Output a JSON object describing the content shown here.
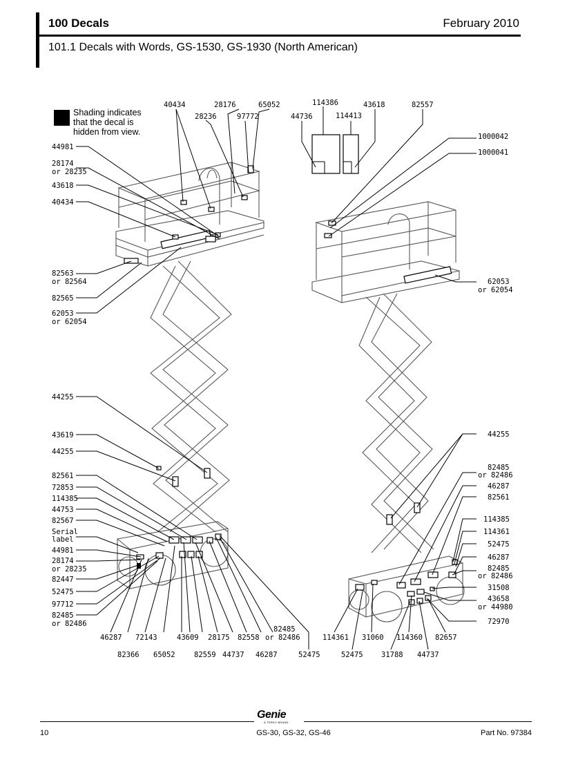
{
  "header": {
    "title": "100 Decals",
    "date": "February 2010",
    "subtitle": "101.1 Decals with Words, GS-1530, GS-1930 (North American)"
  },
  "legend": {
    "text": "Shading indicates that the decal is hidden from view."
  },
  "labels": {
    "l_44981_a": "44981",
    "l_28174_a": "28174",
    "l_or28235_a": "or 28235",
    "l_43618_a": "43618",
    "l_40434_a": "40434",
    "l_82563": "82563",
    "l_or82564": "or 82564",
    "l_82565": "82565",
    "l_62053_a": "62053",
    "l_or62054_a": "or 62054",
    "l_44255_a": "44255",
    "l_43619": "43619",
    "l_44255_b": "44255",
    "l_82561_a": "82561",
    "l_72853": "72853",
    "l_114385_a": "114385",
    "l_44753": "44753",
    "l_82567": "82567",
    "l_serial": "Serial",
    "l_label": "label",
    "l_44981_b": "44981",
    "l_28174_b": "28174",
    "l_or28235_b": "or 28235",
    "l_82447": "82447",
    "l_52475_a": "52475",
    "l_97712": "97712",
    "l_82485_a": "82485",
    "l_or82486_a": "or 82486",
    "t_40434": "40434",
    "t_28176": "28176",
    "t_28236": "28236",
    "t_65052": "65052",
    "t_97772": "97772",
    "t_114386": "114386",
    "t_43618": "43618",
    "t_44736": "44736",
    "t_114413": "114413",
    "t_82557": "82557",
    "r_1000042": "1000042",
    "r_1000041": "1000041",
    "r_62053": "62053",
    "r_or62054": "or 62054",
    "r_44255": "44255",
    "r_82485_a": "82485",
    "r_or82486_a": "or 82486",
    "r_46287_a": "46287",
    "r_82561": "82561",
    "r_114385": "114385",
    "r_114361": "114361",
    "r_52475": "52475",
    "r_46287_b": "46287",
    "r_82485_b": "82485",
    "r_or82486_b": "or 82486",
    "r_31508": "31508",
    "r_43658": "43658",
    "r_or44980": "or 44980",
    "r_72970": "72970",
    "b_46287": "46287",
    "b_72143": "72143",
    "b_43609": "43609",
    "b_28175": "28175",
    "b_82558": "82558",
    "b_82485": "82485",
    "b_or82486": "or 82486",
    "b_114361": "114361",
    "b_31060": "31060",
    "b_114360": "114360",
    "b_82657": "82657",
    "b_82366": "82366",
    "b_65052": "65052",
    "b_82559": "82559",
    "b_44737_a": "44737",
    "b_46287_b": "46287",
    "b_52475_a": "52475",
    "b_52475_b": "52475",
    "b_31788": "31788",
    "b_44737_b": "44737"
  },
  "footer": {
    "page": "10",
    "model": "GS-30, GS-32, GS-46",
    "part": "Part No. 97384",
    "logo": "Genie",
    "logo_tagline": "A TEREX BRAND"
  }
}
